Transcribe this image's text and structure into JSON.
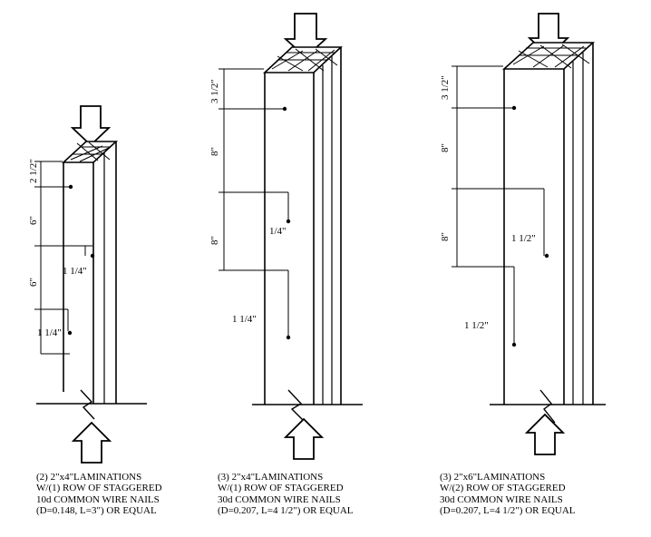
{
  "columns": [
    {
      "id": "col1",
      "dimensions": {
        "d1": "2 1/2\"",
        "d2": "6\"",
        "d3": "6\""
      },
      "edge_distances": {
        "e1": "1 1/4\"",
        "e2": "1 1/4\""
      },
      "caption": [
        "(2) 2\"x4\"LAMINATIONS",
        "W/(1) ROW OF STAGGERED",
        "10d COMMON WIRE NAILS",
        "(D=0.148, L=3\") OR EQUAL"
      ]
    },
    {
      "id": "col2",
      "dimensions": {
        "d1": "3 1/2\"",
        "d2": "8\"",
        "d3": "8\""
      },
      "edge_distances": {
        "e1": "1/4\"",
        "e2": "1 1/4\""
      },
      "caption": [
        "(3) 2\"x4\"LAMINATIONS",
        "W/(1) ROW OF STAGGERED",
        "30d COMMON WIRE NAILS",
        "(D=0.207, L=4 1/2\") OR EQUAL"
      ]
    },
    {
      "id": "col3",
      "dimensions": {
        "d1": "3 1/2\"",
        "d2": "8\"",
        "d3": "8\""
      },
      "edge_distances": {
        "e1": "1 1/2\"",
        "e2": "1 1/2\""
      },
      "caption": [
        "(3) 2\"x6\"LAMINATIONS",
        "W/(2) ROW OF STAGGERED",
        "30d COMMON WIRE NAILS",
        "(D=0.207, L=4 1/2\") OR EQUAL"
      ]
    }
  ],
  "icons": {
    "load_arrow": "down-arrow-outline",
    "reaction_arrow": "up-arrow-outline",
    "break_symbol": "break-line"
  }
}
